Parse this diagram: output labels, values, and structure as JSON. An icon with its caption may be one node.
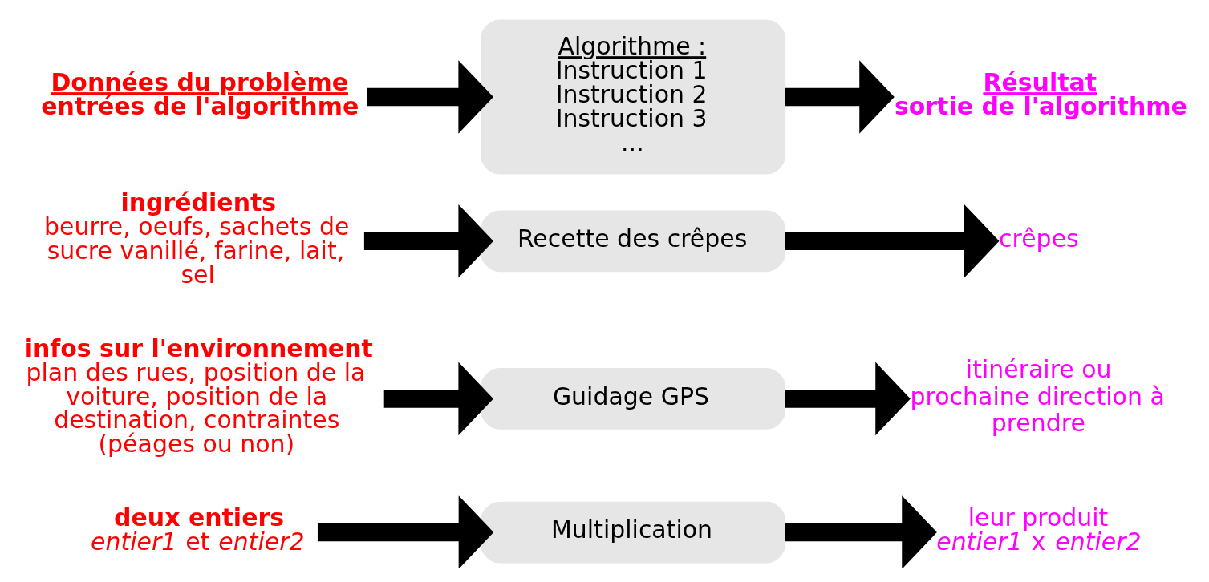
{
  "diagram": {
    "nodes": [
      {
        "text": [
          "Données du problème",
          "entrées de l'algorithme"
        ]
      },
      {
        "text": [
          "Algorithme :",
          "Instruction 1",
          "Instruction 2",
          "Instruction 3",
          "..."
        ]
      },
      {
        "text": [
          "Résultat",
          "sortie de l'algorithme"
        ]
      },
      {
        "text": [
          "ingrédients",
          "beurre, oeufs, sachets de sucre vanillé, farine, lait, sel"
        ]
      },
      {
        "text": [
          "Recette des crêpes"
        ]
      },
      {
        "text": [
          "crêpes"
        ]
      },
      {
        "text": [
          "infos sur l'environnement",
          "plan des rues, position de la voiture, position de la destination, contraintes (péages ou non)"
        ]
      },
      {
        "text": [
          "Guidage GPS"
        ]
      },
      {
        "text": [
          "itinéraire ou prochaine direction à prendre"
        ]
      },
      {
        "text": [
          "deux entiers",
          "*entier1* et *entier2*"
        ]
      },
      {
        "text": [
          "Multiplication"
        ]
      },
      {
        "text": [
          "leur produit",
          "*entier1* x *entier2*"
        ]
      }
    ],
    "edges": [
      {
        "from": 0,
        "to": 1,
        "arrow": "to"
      },
      {
        "from": 1,
        "to": 2,
        "arrow": "to"
      },
      {
        "from": 3,
        "to": 4,
        "arrow": "to"
      },
      {
        "from": 4,
        "to": 5,
        "arrow": "to"
      },
      {
        "from": 6,
        "to": 7,
        "arrow": "to"
      },
      {
        "from": 7,
        "to": 8,
        "arrow": "to"
      },
      {
        "from": 9,
        "to": 10,
        "arrow": "to"
      },
      {
        "from": 10,
        "to": 11,
        "arrow": "to"
      }
    ]
  }
}
